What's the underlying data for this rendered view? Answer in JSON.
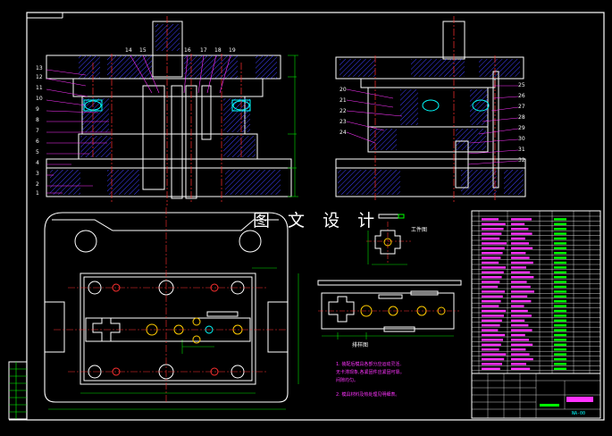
{
  "watermark": "图 文 设 计",
  "drawing_number": "NA-00",
  "views": {
    "workpiece_caption": "工件图",
    "strip_caption": "排样图"
  },
  "part_numbers_left": [
    "13",
    "12",
    "11",
    "10",
    "9",
    "8",
    "7",
    "6",
    "5",
    "4",
    "3",
    "2",
    "1"
  ],
  "part_numbers_top": [
    "14",
    "15",
    "16",
    "17",
    "18",
    "19"
  ],
  "part_numbers_right": [
    "20",
    "21",
    "22",
    "23",
    "24"
  ],
  "part_numbers_far_right": [
    "25",
    "26",
    "27",
    "28",
    "29",
    "30",
    "31",
    "32"
  ],
  "technical_notes": [
    "1. 装配后模具各部分应运动灵活,",
    "   无卡滞现象,各紧固件应紧固可靠。",
    "   间隙均匀。",
    "2. 模具材料及热处理见明细表。"
  ],
  "colors": {
    "background": "#000000",
    "outline": "#ffffff",
    "centerline": "#ff3030",
    "hatch": "#4040ff",
    "dimension": "#00e000",
    "leader": "#ff33ff",
    "accent": "#00ffff",
    "frame": "#ffffff"
  }
}
